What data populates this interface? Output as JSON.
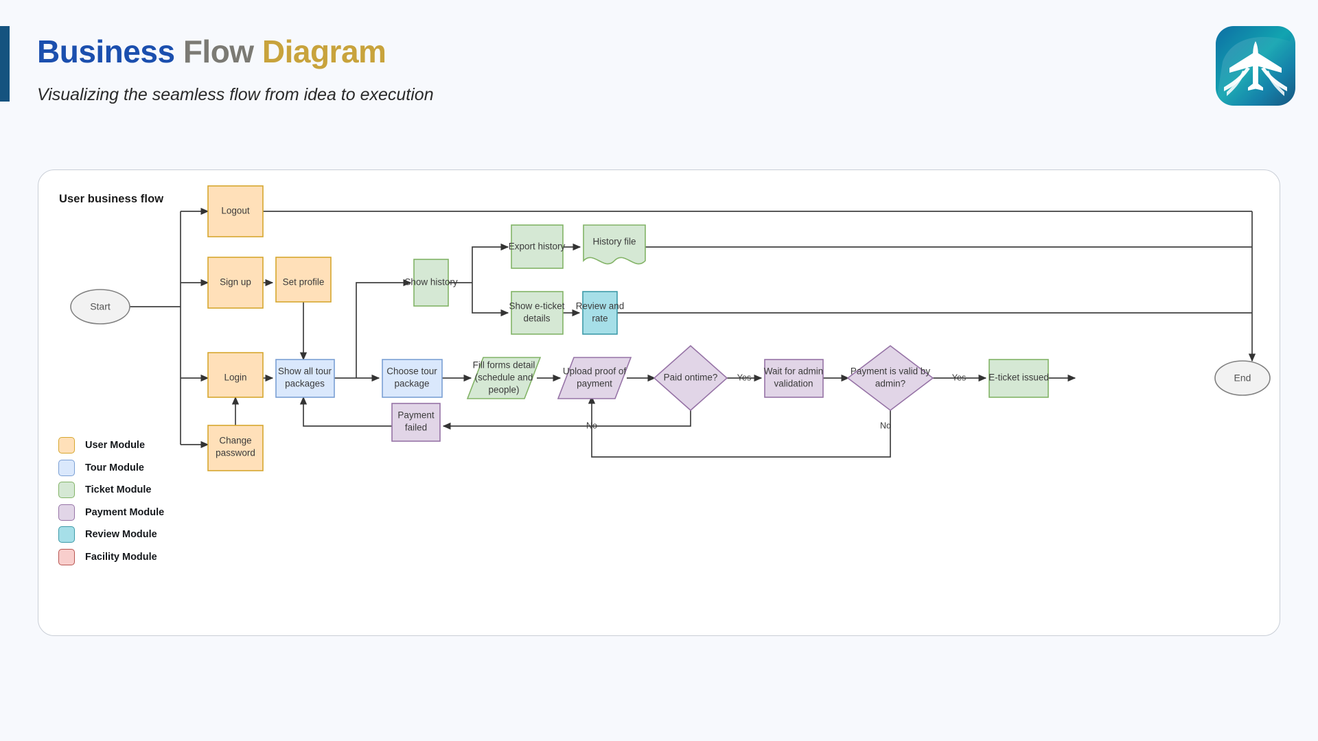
{
  "header": {
    "title_part1": "Business",
    "title_part2": "Flow",
    "title_part3": "Diagram",
    "subtitle": "Visualizing the seamless flow from idea to execution",
    "accent_color": "#15537f",
    "logo_name": "airplane-logo"
  },
  "card": {
    "title": "User business flow"
  },
  "legend": {
    "items": [
      {
        "label": "User Module",
        "fill": "#ffe0b9",
        "stroke": "#d6a62e"
      },
      {
        "label": "Tour Module",
        "fill": "#dae8fc",
        "stroke": "#7a9fd4"
      },
      {
        "label": "Ticket Module",
        "fill": "#d5e8d4",
        "stroke": "#82b366"
      },
      {
        "label": "Payment Module",
        "fill": "#e1d5e7",
        "stroke": "#9673a6"
      },
      {
        "label": "Review Module",
        "fill": "#a6dfe8",
        "stroke": "#3d9aa8"
      },
      {
        "label": "Facility Module",
        "fill": "#f8cecc",
        "stroke": "#b85450"
      }
    ]
  },
  "flow": {
    "nodes": [
      {
        "id": "start",
        "label": "Start",
        "shape": "ellipse",
        "module": "terminator"
      },
      {
        "id": "logout",
        "label": "Logout",
        "shape": "rect",
        "module": "User Module"
      },
      {
        "id": "signup",
        "label": "Sign up",
        "shape": "rect",
        "module": "User Module"
      },
      {
        "id": "setprofile",
        "label": "Set profile",
        "shape": "rect",
        "module": "User Module"
      },
      {
        "id": "login",
        "label": "Login",
        "shape": "rect",
        "module": "User Module"
      },
      {
        "id": "changepw",
        "label": "Change password",
        "shape": "rect",
        "module": "User Module"
      },
      {
        "id": "showall",
        "label": "Show all tour packages",
        "shape": "rect",
        "module": "Tour Module"
      },
      {
        "id": "choosetour",
        "label": "Choose tour package",
        "shape": "rect",
        "module": "Tour Module"
      },
      {
        "id": "showhistory",
        "label": "Show history",
        "shape": "rect",
        "module": "Ticket Module"
      },
      {
        "id": "exporthist",
        "label": "Export history",
        "shape": "rect",
        "module": "Ticket Module"
      },
      {
        "id": "historyfile",
        "label": "History file",
        "shape": "document",
        "module": "Ticket Module"
      },
      {
        "id": "showeticket",
        "label": "Show e-ticket details",
        "shape": "rect",
        "module": "Ticket Module"
      },
      {
        "id": "reviewrate",
        "label": "Review and rate",
        "shape": "rect",
        "module": "Review Module"
      },
      {
        "id": "fillforms",
        "label": "Fill forms detail (schedule and people)",
        "shape": "parallelogram",
        "module": "Ticket Module"
      },
      {
        "id": "uploadproof",
        "label": "Upload proof of payment",
        "shape": "parallelogram",
        "module": "Payment Module"
      },
      {
        "id": "paidontime",
        "label": "Paid ontime?",
        "shape": "diamond",
        "module": "Payment Module"
      },
      {
        "id": "waitadmin",
        "label": "Wait for admin validation",
        "shape": "rect",
        "module": "Payment Module"
      },
      {
        "id": "validadmin",
        "label": "Payment is valid by admin?",
        "shape": "diamond",
        "module": "Payment Module"
      },
      {
        "id": "eticket",
        "label": "E-ticket issued",
        "shape": "rect",
        "module": "Ticket Module"
      },
      {
        "id": "paymentfail",
        "label": "Payment failed",
        "shape": "rect",
        "module": "Payment Module"
      },
      {
        "id": "end",
        "label": "End",
        "shape": "ellipse",
        "module": "terminator"
      }
    ],
    "edge_labels": {
      "paid_yes": "Yes",
      "paid_no": "No",
      "valid_yes": "Yes",
      "valid_no": "No"
    }
  }
}
